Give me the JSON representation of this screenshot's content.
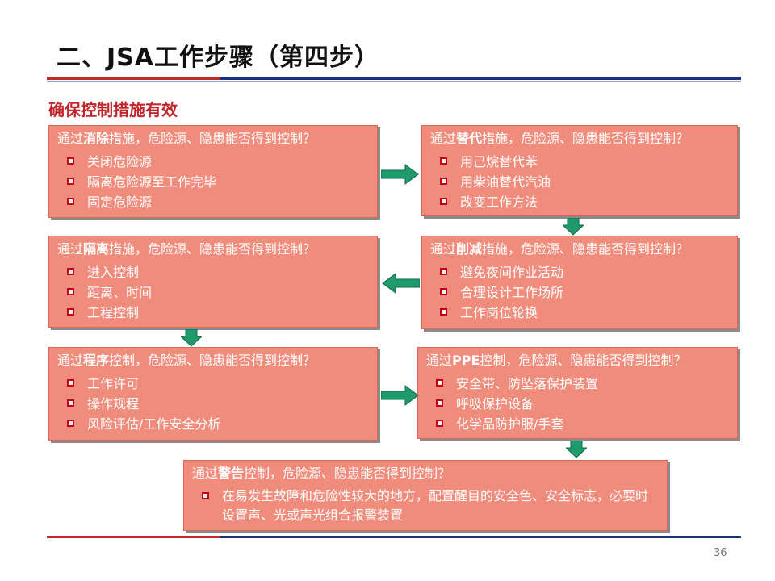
{
  "title": "二、JSA工作步骤（第四步）",
  "subtitle": "确保控制措施有效",
  "page_number": "36",
  "colors": {
    "box_fill": "#f08c7c",
    "accent_red": "#c0282d",
    "rule_blue": "#1c2f7a",
    "arrow_green": "#1f9a6a"
  },
  "boxes": [
    {
      "id": "eliminate",
      "prefix": "通过",
      "keyword": "消除",
      "suffix": "措施，危险源、隐患能否得到控制？",
      "items": [
        "关闭危险源",
        "隔离危险源至工作完毕",
        "固定危险源"
      ]
    },
    {
      "id": "substitute",
      "prefix": "通过",
      "keyword": "替代",
      "suffix": "措施，危险源、隐患能否得到控制？",
      "items": [
        "用己烷替代苯",
        "用柴油替代汽油",
        "改变工作方法"
      ]
    },
    {
      "id": "reduce",
      "prefix": "通过",
      "keyword": "削减",
      "suffix": "措施，危险源、隐患能否得到控制？",
      "items": [
        "避免夜间作业活动",
        "合理设计工作场所",
        "工作岗位轮换"
      ]
    },
    {
      "id": "isolate",
      "prefix": "通过",
      "keyword": "隔离",
      "suffix": "措施，危险源、隐患能否得到控制？",
      "items": [
        "进入控制",
        "距离、时间",
        "工程控制"
      ]
    },
    {
      "id": "procedure",
      "prefix": "通过",
      "keyword": "程序",
      "suffix": "控制，危险源、隐患能否得到控制？",
      "items": [
        "工作许可",
        "操作规程",
        "风险评估/工作安全分析"
      ]
    },
    {
      "id": "ppe",
      "prefix": "通过",
      "keyword": "PPE",
      "suffix": "控制，危险源、隐患能否得到控制？",
      "items": [
        "安全带、防坠落保护装置",
        "呼吸保护设备",
        "化学品防护服/手套"
      ]
    },
    {
      "id": "warning",
      "prefix": "通过",
      "keyword": "警告",
      "suffix": "控制，危险源、隐患能否得到控制？",
      "items": [
        "在易发生故障和危险性较大的地方，配置醒目的安全色、安全标志，必要时设置声、光或声光组合报警装置"
      ]
    }
  ],
  "arrows": [
    {
      "from": "eliminate",
      "to": "substitute",
      "direction": "right"
    },
    {
      "from": "substitute",
      "to": "reduce",
      "direction": "down"
    },
    {
      "from": "reduce",
      "to": "isolate",
      "direction": "left"
    },
    {
      "from": "isolate",
      "to": "procedure",
      "direction": "down"
    },
    {
      "from": "procedure",
      "to": "ppe",
      "direction": "right"
    },
    {
      "from": "ppe",
      "to": "warning",
      "direction": "down"
    }
  ]
}
